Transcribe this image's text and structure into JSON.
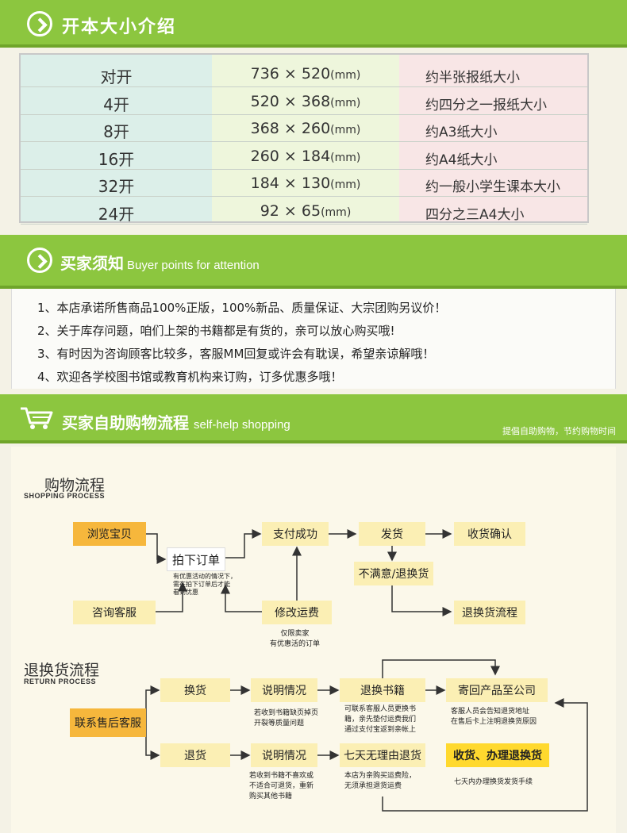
{
  "section1": {
    "title": "开本大小介绍"
  },
  "size_table": [
    {
      "name": "对开",
      "dim": "736 × 520",
      "unit": "(mm)",
      "desc": "约半张报纸大小"
    },
    {
      "name": "4开",
      "dim": "520 × 368",
      "unit": "(mm)",
      "desc": "约四分之一报纸大小"
    },
    {
      "name": "8开",
      "dim": "368 × 260",
      "unit": "(mm)",
      "desc": "约A3纸大小"
    },
    {
      "name": "16开",
      "dim": "260 × 184",
      "unit": "(mm)",
      "desc": "约A4纸大小"
    },
    {
      "name": "32开",
      "dim": "184 × 130",
      "unit": "(mm)",
      "desc": "约一般小学生课本大小"
    },
    {
      "name": "24开",
      "dim": "92 × 65",
      "unit": "(mm)",
      "desc": "四分之三A4大小"
    }
  ],
  "section2": {
    "title_cn": "买家须知",
    "title_en": "Buyer points for attention"
  },
  "notices": [
    "1、本店承诺所售商品100%正版，100%新品、质量保证、大宗团购另议价！",
    "2、关于库存问题，咱们上架的书籍都是有货的，亲可以放心购买哦!",
    "3、有时因为咨询顾客比较多，客服MM回复或许会有耽误，希望亲谅解哦！",
    "4、欢迎各学校图书馆或教育机构来订购，订多优惠多哦！"
  ],
  "section3": {
    "title_cn": "买家自助购物流程",
    "title_en": "self-help shopping",
    "subtitle": "提倡自助购物，节约购物时间"
  },
  "shopping": {
    "title": "购物流程",
    "subtitle": "SHOPPING PROCESS",
    "browse": "浏览宝贝",
    "order": "拍下订单",
    "order_note": [
      "有优惠活动的情况下，",
      "需在拍下订单后才能",
      "看到优惠"
    ],
    "consult": "咨询客服",
    "paid": "支付成功",
    "modify": "修改运费",
    "modify_note": [
      "仅限卖家",
      "有优惠活的订单"
    ],
    "ship": "发货",
    "confirm": "收货确认",
    "unsatisfied": "不满意/退换货",
    "return_flow": "退换货流程"
  },
  "returns": {
    "title": "退换货流程",
    "subtitle": "RETURN PROCESS",
    "contact": "联系售后客服",
    "exchange": "换货",
    "explain1": "说明情况",
    "explain1_note": [
      "若收到书籍缺页掉页",
      "开裂等质量问题"
    ],
    "swap": "退换书籍",
    "swap_note": [
      "可联系客服人员更换书",
      "籍，亲先垫付运费我们",
      "通过支付宝返到亲帐上"
    ],
    "sendback": "寄回产品至公司",
    "sendback_note": [
      "客服人员会告知退货地址",
      "在售后卡上注明退换货原因"
    ],
    "refund": "退货",
    "explain2": "说明情况",
    "explain2_note": [
      "若收到书籍不喜欢或",
      "不适合可退货，重新",
      "购买其他书籍"
    ],
    "seven": "七天无理由退货",
    "seven_note": [
      "本店为亲购买运费险，",
      "无须承担退货运费"
    ],
    "finish": "收货、办理退换货",
    "finish_note": "七天内办理换货发货手续"
  },
  "colors": {
    "banner": "#8cc63f",
    "orange_box": "#f6b73c",
    "light_box": "#fbefb4",
    "yellow_box": "#ffd92e"
  }
}
